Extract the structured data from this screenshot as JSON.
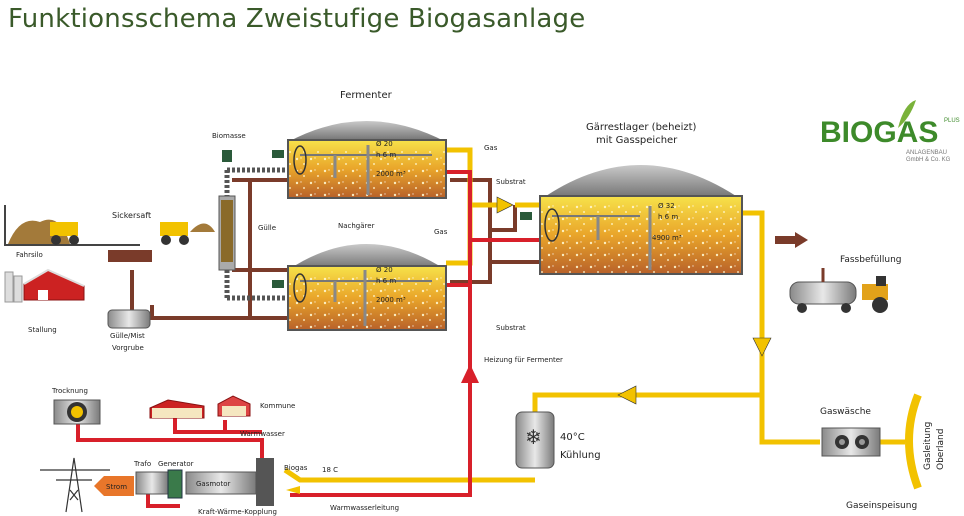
{
  "title": "Funktionsschema Zweistufige Biogasanlage",
  "logo": {
    "name": "BIOGAS",
    "plus": "PLUS",
    "line1": "ANLAGENBAU",
    "line2": "GmbH & Co. KG"
  },
  "labels": {
    "fermenter": "Fermenter",
    "nachgaerer": "Nachgärer",
    "gaerrestlager_1": "Gärrestlager (beheizt)",
    "gaerrestlager_2": "mit Gasspeicher",
    "biomasse": "Biomasse",
    "guelle": "Gülle",
    "gas1": "Gas",
    "gas2": "Gas",
    "substrat1": "Substrat",
    "substrat2": "Substrat",
    "sickersaft": "Sickersaft",
    "fahrsilo": "Fahrsilo",
    "stallung": "Stallung",
    "vorgrube_1": "Gülle/Mist",
    "vorgrube_2": "Vorgrube",
    "fassbefuellung": "Fassbefüllung",
    "heizung": "Heizung für Fermenter",
    "gaswaesche": "Gaswäsche",
    "gaseinspeisung": "Gaseinspeisung",
    "gasleitung": "Gasleitung",
    "oberland": "Oberland",
    "kuehlung_temp": "40°C",
    "kuehlung": "Kühlung",
    "trocknung": "Trocknung",
    "kommune": "Kommune",
    "warmwasser": "Warmwasser",
    "trafo": "Trafo",
    "generator": "Generator",
    "biogas": "Biogas",
    "temp_small": "18 C",
    "strom": "Strom",
    "gasmotor": "Gasmotor",
    "kwk": "Kraft-Wärme-Kopplung",
    "warmwasserleitung": "Warmwasserleitung"
  },
  "tanks": {
    "fermenter": {
      "d": "Ø 20",
      "h": "h 6 m",
      "v": "2000 m³"
    },
    "nachgaerer": {
      "d": "Ø 20",
      "h": "h 6 m",
      "v": "2000 m³"
    },
    "lager": {
      "d": "Ø 32",
      "h": "h 6 m",
      "v": "4900 m³"
    }
  },
  "colors": {
    "gas_pipe": "#f2c200",
    "heat_pipe": "#d8202a",
    "substrate_pipe": "#7a3b2a",
    "title": "#3a5a2a",
    "logo_green": "#3d8a2a"
  }
}
